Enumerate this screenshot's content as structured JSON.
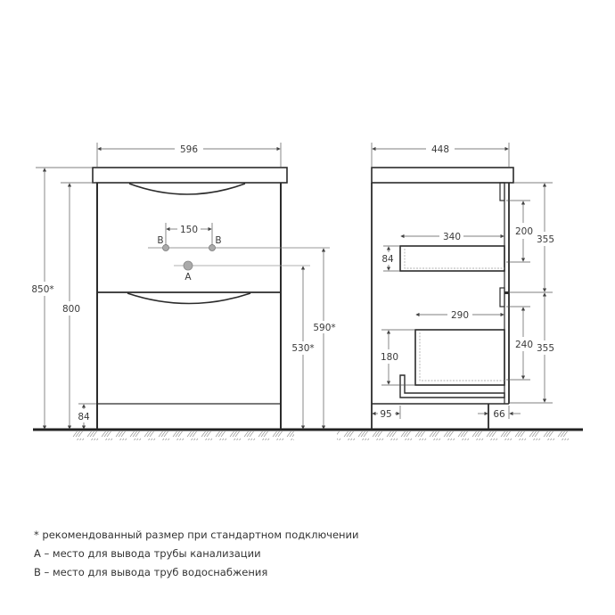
{
  "diagram": {
    "type": "technical-drawing",
    "subject": "floor-standing vanity cabinet with two drawers",
    "views": {
      "front": {
        "width_label": "596",
        "total_height_label": "850*",
        "cabinet_height_label": "800",
        "plinth_height_label": "84",
        "pipe_spacing_label": "150",
        "pipe_b_label_left": "B",
        "pipe_b_label_right": "B",
        "pipe_a_label": "A",
        "drain_height_label": "530*",
        "water_height_label": "590*"
      },
      "side": {
        "depth_label": "448",
        "upper_drawer_depth_label": "340",
        "upper_drawer_height_label": "84",
        "upper_front_label": "200",
        "upper_section_label": "355",
        "lower_drawer_depth_label": "290",
        "lower_drawer_height_label": "180",
        "lower_front_label": "240",
        "lower_section_label": "355",
        "rear_offset_label": "95",
        "front_offset_label": "66"
      }
    },
    "notes": [
      "* рекомендованный размер при стандартном подключении",
      "А – место для вывода трубы канализации",
      "В – место для вывода труб водоснабжения"
    ],
    "colors": {
      "outline": "#2b2b2b",
      "dimension": "#555555",
      "pipe": "#9a9a9a"
    }
  }
}
